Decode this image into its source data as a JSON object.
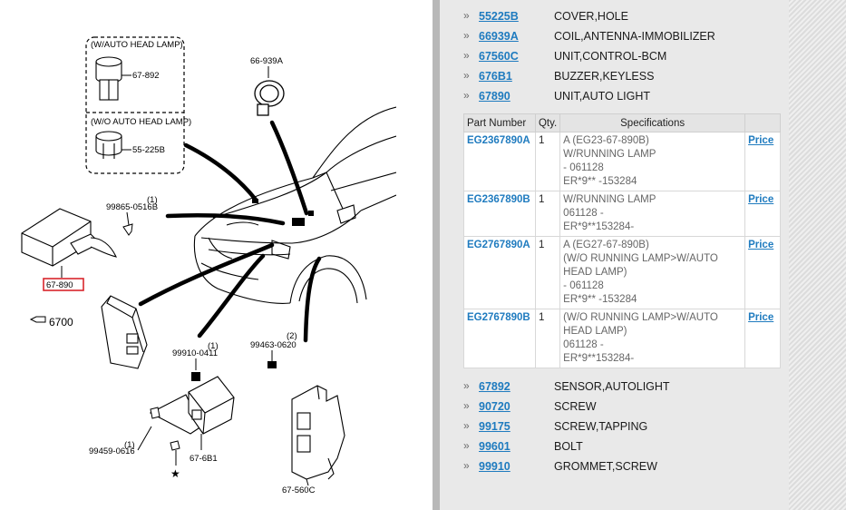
{
  "diagram": {
    "group_with": "(W/AUTO HEAD LAMP)",
    "group_without": "(W/O AUTO HEAD LAMP)",
    "labels": {
      "p67892": "67-892",
      "p55225b": "55-225B",
      "p66939a": "66-939A",
      "p99865": "99865-0516B",
      "p99865_qty": "(1)",
      "p67890": "67-890",
      "p6700": "6700",
      "p99910": "99910-0411",
      "p99910_qty": "(1)",
      "p99463": "99463-0620",
      "p99463_qty": "(2)",
      "p99459": "99459-0616",
      "p99459_qty": "(1)",
      "p676b1": "67-6B1",
      "p67560c": "67-560C",
      "star": "★"
    }
  },
  "parts_top": [
    {
      "code": "55225B",
      "desc": "COVER,HOLE"
    },
    {
      "code": "66939A",
      "desc": "COIL,ANTENNA-IMMOBILIZER"
    },
    {
      "code": "67560C",
      "desc": "UNIT,CONTROL-BCM"
    },
    {
      "code": "676B1",
      "desc": "BUZZER,KEYLESS"
    },
    {
      "code": "67890",
      "desc": "UNIT,AUTO LIGHT"
    }
  ],
  "spec_table": {
    "headers": {
      "part": "Part Number",
      "qty": "Qty.",
      "spec": "Specifications",
      "price": ""
    },
    "rows": [
      {
        "part": "EG2367890A",
        "qty": "1",
        "spec": [
          "A (EG23-67-890B)",
          "W/RUNNING LAMP",
          "- 061128",
          "ER*9** -153284"
        ],
        "price": "Price"
      },
      {
        "part": "EG2367890B",
        "qty": "1",
        "spec": [
          "W/RUNNING LAMP",
          "061128 -",
          "ER*9**153284-"
        ],
        "price": "Price"
      },
      {
        "part": "EG2767890A",
        "qty": "1",
        "spec": [
          "A (EG27-67-890B)",
          "(W/O RUNNING LAMP>W/AUTO",
          "HEAD LAMP)",
          "- 061128",
          "ER*9** -153284"
        ],
        "price": "Price"
      },
      {
        "part": "EG2767890B",
        "qty": "1",
        "spec": [
          "(W/O RUNNING LAMP>W/AUTO",
          "HEAD LAMP)",
          "061128 -",
          "ER*9**153284-"
        ],
        "price": "Price"
      }
    ]
  },
  "parts_bottom": [
    {
      "code": "67892",
      "desc": "SENSOR,AUTOLIGHT"
    },
    {
      "code": "90720",
      "desc": "SCREW"
    },
    {
      "code": "99175",
      "desc": "SCREW,TAPPING"
    },
    {
      "code": "99601",
      "desc": "BOLT"
    },
    {
      "code": "99910",
      "desc": "GROMMET,SCREW"
    }
  ],
  "arrow_glyph": "»",
  "colors": {
    "link": "#1f7bbf",
    "panel": "#e9e9e9",
    "highlight": "#d9262c"
  }
}
